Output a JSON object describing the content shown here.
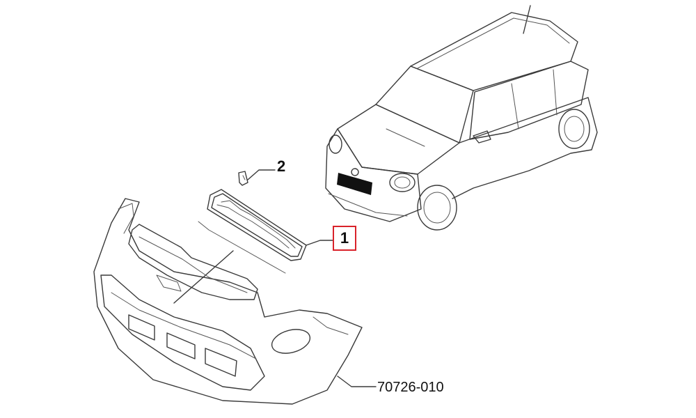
{
  "callouts": {
    "clip": "2",
    "grille": "1"
  },
  "part_number": "70726-010",
  "colors": {
    "highlight_box": "#d9222a",
    "line": "#3a3a3a"
  }
}
